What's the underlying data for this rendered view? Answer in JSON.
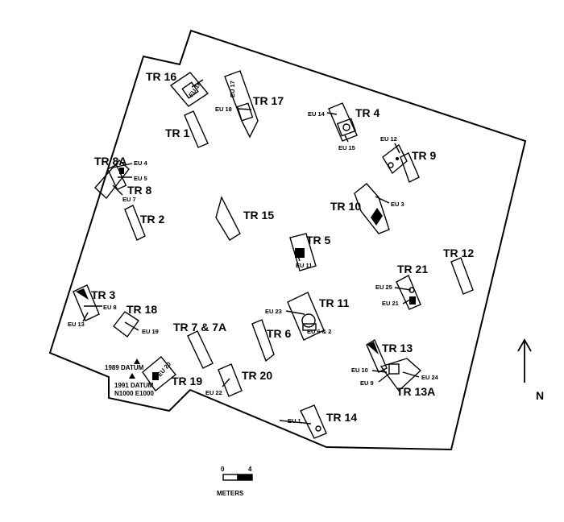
{
  "trenches": {
    "tr1": "TR 1",
    "tr2": "TR 2",
    "tr3": "TR 3",
    "tr4": "TR 4",
    "tr5": "TR 5",
    "tr6": "TR 6",
    "tr7": "TR 7 & 7A",
    "tr8": "TR 8",
    "tr8a": "TR 8A",
    "tr9": "TR 9",
    "tr10": "TR 10",
    "tr11": "TR 11",
    "tr12": "TR 12",
    "tr13": "TR 13",
    "tr13a": "TR 13A",
    "tr14": "TR 14",
    "tr15": "TR 15",
    "tr16": "TR 16",
    "tr17": "TR 17",
    "tr18": "TR 18",
    "tr19": "TR 19",
    "tr20": "TR 20",
    "tr21": "TR 21"
  },
  "units": {
    "eu1": "EU 1",
    "eu3": "EU 3",
    "eu4": "EU 4",
    "eu5": "EU 5",
    "eu6_2": "EU 6 & 2",
    "eu7": "EU 7",
    "eu8": "EU 8",
    "eu9": "EU 9",
    "eu10": "EU 10",
    "eu11": "EU 11",
    "eu12": "EU 12",
    "eu13": "EU 13",
    "eu14": "EU 14",
    "eu15": "EU 15",
    "eu16": "EU 16",
    "eu17": "EU 17",
    "eu18": "EU 18",
    "eu19": "EU 19",
    "eu20": "EU 20",
    "eu21": "EU 21",
    "eu22": "EU 22",
    "eu23": "EU 23",
    "eu24": "EU 24",
    "eu25": "EU 25"
  },
  "datums": {
    "datum1989": "1989 DATUM",
    "datum1991": "1991 DATUM",
    "datum1991_coords": "N1000 E1000"
  },
  "scale": {
    "tick0": "0",
    "tick4": "4",
    "unit": "METERS"
  },
  "north": {
    "label": "N"
  }
}
